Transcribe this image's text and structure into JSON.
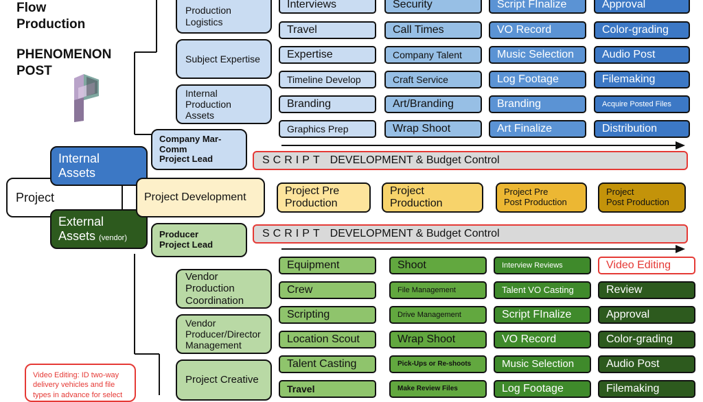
{
  "header": {
    "title_line1": "Flow",
    "title_line2": "Production",
    "company_line1": "PHENOMENON",
    "company_line2": "POST"
  },
  "logo_name": "phenomenon-post-logo",
  "project": {
    "label": "Project",
    "internal_assets": "Internal\nAssets",
    "external_assets": "External\nAssets",
    "external_suffix": "(vendor)",
    "development": "Project Development"
  },
  "leads": {
    "company": "Company Mar-\nComm\nProject Lead",
    "producer": "Producer\nProject Lead"
  },
  "bars": {
    "spaced": "SCRIPT",
    "rest": "DEVELOPMENT & Budget Control"
  },
  "phases": [
    "Project Pre\nProduction",
    "Project\nProduction",
    "Project Pre\nPost Production",
    "Project\nPost Production"
  ],
  "internal": {
    "categories": [
      "Production\nLogistics",
      "Subject Expertise",
      "Internal\nProduction Assets"
    ],
    "col1": [
      "Interviews",
      "Travel",
      "Expertise",
      "Timeline Develop",
      "Branding",
      "Graphics Prep"
    ],
    "col2": [
      "Security",
      "Call Times",
      "Company Talent",
      "Craft Service",
      "Art/Branding",
      "Wrap Shoot"
    ],
    "col3": [
      "Script FInalize",
      "VO Record",
      "Music Selection",
      "Log Footage",
      "Branding",
      "Art Finalize"
    ],
    "col4": [
      "Approval",
      "Color-grading",
      "Audio Post",
      "Filemaking",
      "Acquire Posted Files",
      "Distribution"
    ]
  },
  "external": {
    "categories": [
      "Vendor\nProduction\nCoordination",
      "Vendor\nProducer/Director\nManagement",
      "Project Creative"
    ],
    "col1": [
      "Equipment",
      "Crew",
      "Scripting",
      "Location Scout",
      "Talent Casting",
      "Travel"
    ],
    "col2": [
      "Shoot",
      "File Management",
      "Drive Management",
      "Wrap Shoot",
      "Pick-Ups or Re-shoots",
      "Make Review Files"
    ],
    "col3": [
      "Interview Reviews",
      "Talent VO Casting",
      "Script FInalize",
      "VO Record",
      "Music Selection",
      "Log Footage"
    ],
    "col4": [
      "Video Editing",
      "Review",
      "Approval",
      "Color-grading",
      "Audio Post",
      "Filemaking"
    ]
  },
  "note": "Video Editing: ID two-way delivery vehicles and file types in advance for select",
  "colors": {
    "internal_blue": "#3c78c5",
    "external_green": "#2d5a1e",
    "cream": "#fdf0c9",
    "phase_gold_1": "#fde49c",
    "phase_gold_2": "#f7d36b",
    "phase_gold_3": "#ecb733",
    "phase_gold_4": "#c3930a",
    "alert_red": "#e53935"
  }
}
